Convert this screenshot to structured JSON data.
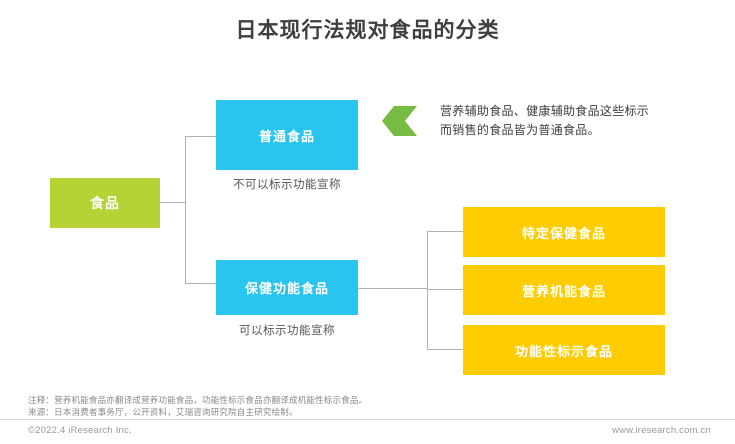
{
  "page": {
    "title": "日本现行法规对食品的分类"
  },
  "nodes": {
    "food": "食品",
    "ordinary": "普通食品",
    "health_functional": "保健功能食品",
    "tokuho": "特定保健食品",
    "nutrient_function": "营养机能食品",
    "functional_claim": "功能性标示食品"
  },
  "captions": {
    "ordinary": "不可以标示功能宣称",
    "health_functional": "可以标示功能宣称"
  },
  "annotation": {
    "line1": "营养辅助食品、健康辅助食品这些标示",
    "line2": "而销售的食品皆为普通食品。"
  },
  "footer": {
    "note": "注释：营养机能食品亦翻译成营养功能食品，功能性标示食品亦翻译成机能性标示食品。",
    "source": "来源：日本消费者事务厅，公开资料，艾瑞咨询研究院自主研究绘制。",
    "copyright": "©2022.4 iResearch Inc.",
    "website": "www.iresearch.com.cn"
  },
  "colors": {
    "green": "#b5d334",
    "blue": "#29c5ef",
    "yellow": "#ffcc00",
    "line": "#b2b2b2",
    "title": "#3f3f3f"
  }
}
